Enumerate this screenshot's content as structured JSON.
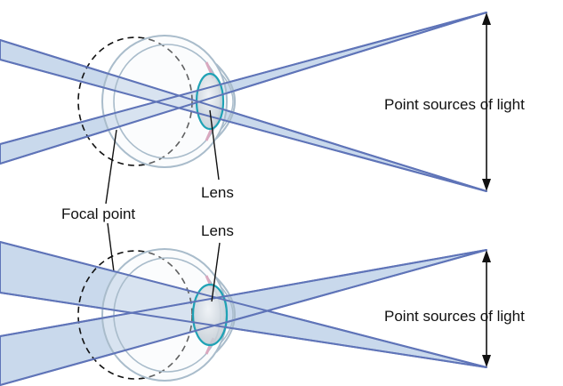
{
  "colors": {
    "beam_fill": "#c9d9ec",
    "beam_line": "#5f74b8",
    "eye_outline": "#a9bccb",
    "eye_fill": "#f3f6f8",
    "lens_outline": "#1fa2b5",
    "lens_fill": "#cfd7df",
    "iris": "#d9a8bf",
    "leader": "#111111"
  },
  "top_diagram": {
    "label_point_sources": "Point sources of light",
    "label_lens": "Lens"
  },
  "shared": {
    "label_focal_point": "Focal point"
  },
  "bottom_diagram": {
    "label_point_sources": "Point sources of light",
    "label_lens": "Lens"
  }
}
